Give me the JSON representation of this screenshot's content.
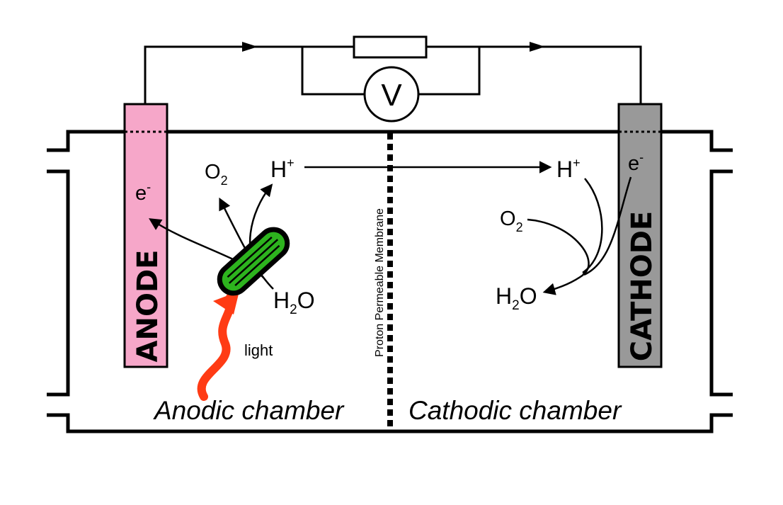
{
  "electrodes": {
    "anode": {
      "label": "ANODE",
      "color": "#f6a7c9"
    },
    "cathode": {
      "label": "CATHODE",
      "color": "#999999"
    }
  },
  "meter": {
    "label": "V"
  },
  "membrane": {
    "label": "Proton Permeable Membrane"
  },
  "anodic": {
    "electron": {
      "base": "e",
      "sup": "-"
    },
    "oxygen": {
      "base": "O",
      "sub": "2"
    },
    "proton": {
      "base": "H",
      "sup": "+"
    },
    "water": {
      "base": "H",
      "sub": "2",
      "tail": "O"
    },
    "light": "light",
    "chamber": "Anodic chamber"
  },
  "cathodic": {
    "proton": {
      "base": "H",
      "sup": "+"
    },
    "electron": {
      "base": "e",
      "sup": "-"
    },
    "oxygen": {
      "base": "O",
      "sub": "2"
    },
    "water": {
      "base": "H",
      "sub": "2",
      "tail": "O"
    },
    "chamber": "Cathodic chamber"
  },
  "colors": {
    "cell_outline": "#000000",
    "cell_body": "#2db31e",
    "light_ray": "#ff3b14"
  }
}
